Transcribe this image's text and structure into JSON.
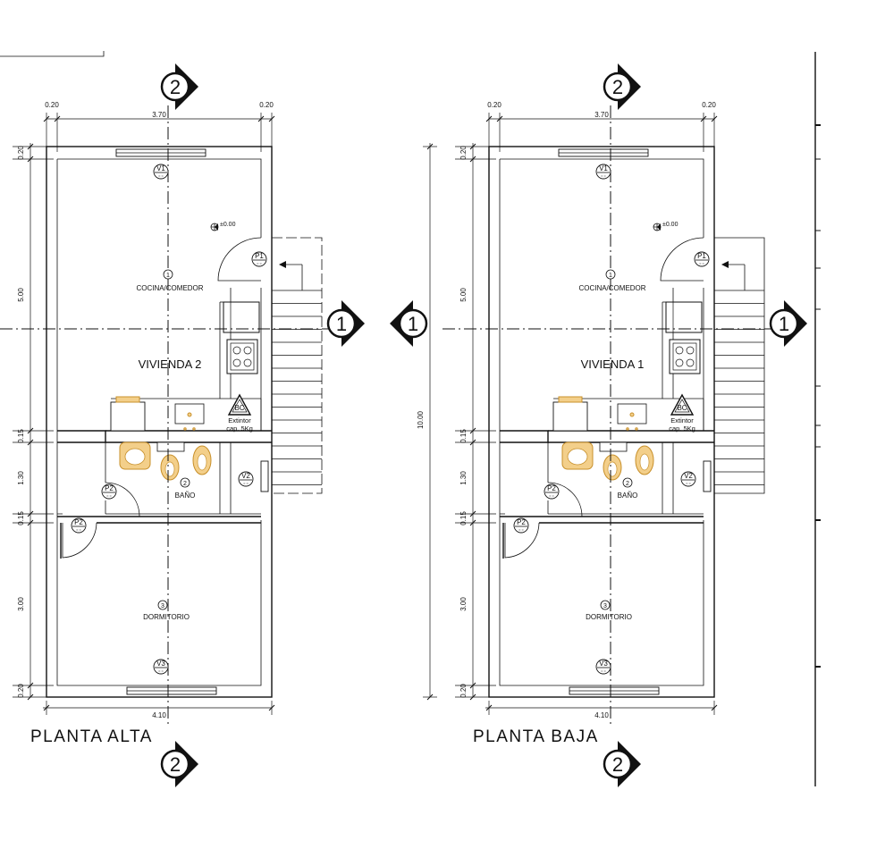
{
  "plans": [
    {
      "id": "alta",
      "title": "PLANTA ALTA",
      "unit_name": "VIVIENDA 2",
      "level_mark": "±0.00",
      "show_total_dim": false
    },
    {
      "id": "baja",
      "title": "PLANTA BAJA",
      "unit_name": "VIVIENDA 1",
      "level_mark": "±0.00",
      "show_total_dim": true
    }
  ],
  "rooms": {
    "kitchen": {
      "number": "1",
      "name": "COCINA/COMEDOR"
    },
    "bath": {
      "number": "2",
      "name": "BAÑO"
    },
    "bedroom": {
      "number": "3",
      "name": "DORMITORIO"
    }
  },
  "openings": {
    "v1": "V1",
    "v2": "V2",
    "v3": "V3",
    "p1": "P1",
    "p2": "P2"
  },
  "extinguisher": {
    "symbol": "BC",
    "line1": "Extintor",
    "line2": "cap. 5Kg"
  },
  "section_markers": {
    "longitudinal": "2",
    "transversal": "1"
  },
  "dimensions": {
    "top": [
      "0.20",
      "3.70",
      "0.20"
    ],
    "bottom": "4.10",
    "left": [
      "0.20",
      "5.00",
      "0.15",
      "1.30",
      "0.15",
      "3.00",
      "0.20"
    ],
    "total": "10.00"
  }
}
